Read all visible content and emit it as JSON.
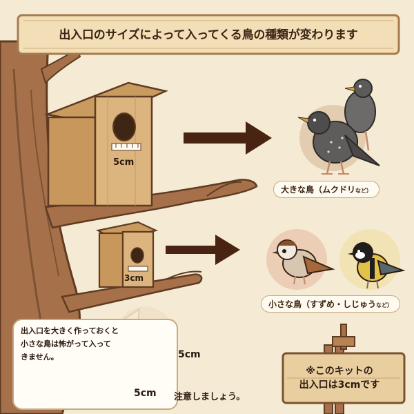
{
  "banner": {
    "title": "出入口のサイズによって入ってくる鳥の種類が変わります"
  },
  "large_house": {
    "hole_label": "5cm"
  },
  "small_house": {
    "hole_label": "3cm"
  },
  "birds": {
    "large_label": "大きな鳥（ムクドリ",
    "large_suffix": "など）",
    "small_label": "小さな鳥（すずめ・しじゅう",
    "small_suffix": "など）"
  },
  "warning": {
    "line1": "出入口を大きく作っておくと",
    "line2": "小さな鳥は怖がって入って",
    "line3": "きません。"
  },
  "hole_diagram": {
    "height_label": "5cm",
    "width_label": "5cm",
    "caution": "注意しましょう。"
  },
  "sign": {
    "line1": "※このキットの",
    "line2": "出入口は3cmです"
  },
  "colors": {
    "background": "#f5ead3",
    "wood": "#d9b27c",
    "bark": "#9c6b45",
    "arrow": "#4a2413",
    "text": "#3b2414"
  }
}
